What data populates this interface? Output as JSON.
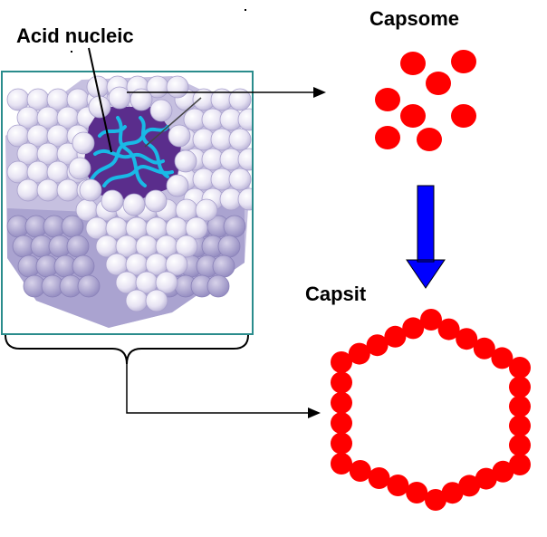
{
  "labels": {
    "nucleic_acid": "Acid nucleic",
    "capsomere": "Capsome",
    "capsid": "Capsit"
  },
  "colors": {
    "capsomere_red": "#ff0000",
    "transform_arrow": "#0000ff",
    "frame_border": "#2a8c8c",
    "capsomere_sphere": "#e4e0f0",
    "capsid_shadow": "#9a93c4",
    "nucleic_acid_strand": "#19b9e6",
    "core_purple": "#5a2d8c"
  },
  "icons": {
    "curly_brace": "brace-icon",
    "arrow_right": "arrow-right-icon",
    "arrow_down": "arrow-down-icon"
  }
}
